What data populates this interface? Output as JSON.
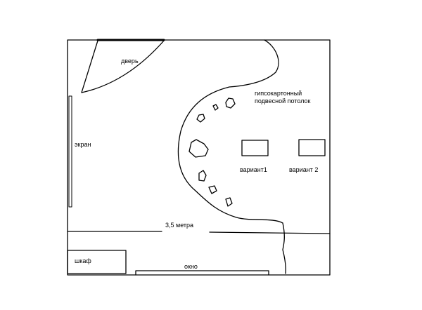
{
  "labels": {
    "door": "дверь",
    "screen": "экран",
    "ceiling_line1": "гипсокартонный",
    "ceiling_line2": "подвесной потолок",
    "variant1": "вариант1",
    "variant2": "вариант 2",
    "dimension": "3,5 метра",
    "cabinet": "шкаф",
    "window": "окно"
  },
  "colors": {
    "line": "#000000",
    "background": "#ffffff"
  }
}
